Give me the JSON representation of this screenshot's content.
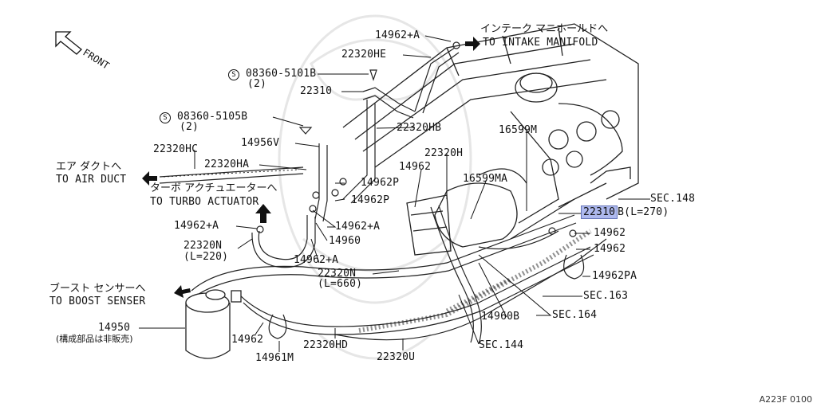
{
  "front": "FRONT",
  "directions": {
    "intake_jp": "インテーク マニホールドへ",
    "intake_en": "TO INTAKE MANIFOLD",
    "air_jp": "エア ダクトへ",
    "air_en": "TO AIR DUCT",
    "turbo_jp": "ターボ アクチュエーターへ",
    "turbo_en": "TO TURBO ACTUATOR",
    "boost_jp": "ブースト センサーへ",
    "boost_en": "TO BOOST SENSER"
  },
  "parts": {
    "p14962A_top": "14962+A",
    "p22320HE": "22320HE",
    "p08360_5101B": "08360-5101B",
    "q2a": "(2)",
    "p22310": "22310",
    "p08360_5105B": "08360-5105B",
    "q2b": "(2)",
    "p22320HB": "22320HB",
    "p16599M": "16599M",
    "p22320HC": "22320HC",
    "p14956V": "14956V",
    "p22320H": "22320H",
    "p22320HA": "22320HA",
    "p14962": "14962",
    "p16599MA": "16599MA",
    "p14962P_1": "14962P",
    "p14962P_2": "14962P",
    "sec148": "SEC.148",
    "p22310B": "22310",
    "p22310B_suffix": "B(L=270)",
    "p14962A_left": "14962+A",
    "p14962A_mid": "14962+A",
    "p14960": "14960",
    "p22320N": "22320N",
    "l220": "(L=220)",
    "p14962A_low": "14962+A",
    "p14962_r1": "14962",
    "p14962_r2": "14962",
    "p22320N_2": "22320N",
    "l660": "(L=660)",
    "p14962PA": "14962PA",
    "sec163": "SEC.163",
    "sec164": "SEC.164",
    "p14950": "14950",
    "p14950_note": "(構成部品は非販売)",
    "p14960B": "14960B",
    "p14962_b": "14962",
    "p22320HD": "22320HD",
    "sec144": "SEC.144",
    "p14961M": "14961M",
    "p22320U": "22320U"
  },
  "figure_code": "A223F 0100",
  "highlight_color": "#aeb9ee"
}
